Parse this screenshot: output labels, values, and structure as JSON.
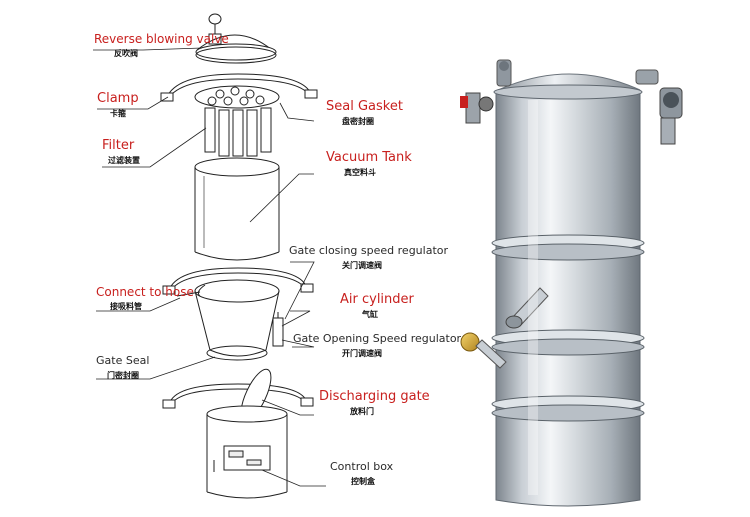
{
  "labels": {
    "reverse_blowing_valve": {
      "en": "Reverse blowing valve",
      "cn": "反吹阀"
    },
    "clamp": {
      "en": "Clamp",
      "cn": "卡箍"
    },
    "seal_gasket": {
      "en": "Seal Gasket",
      "cn": "盘密封圈"
    },
    "filter": {
      "en": "Filter",
      "cn": "过滤装置"
    },
    "vacuum_tank": {
      "en": "Vacuum Tank",
      "cn": "真空料斗"
    },
    "gate_closing": {
      "en": "Gate closing speed regulator",
      "cn": "关门调速阀"
    },
    "connect_to_hose": {
      "en": "Connect to hose",
      "cn": "接吸料管"
    },
    "air_cylinder": {
      "en": "Air cylinder",
      "cn": "气缸"
    },
    "gate_opening": {
      "en": "Gate Opening Speed regulator",
      "cn": "开门调速阀"
    },
    "gate_seal": {
      "en": "Gate Seal",
      "cn": "门密封圈"
    },
    "discharging_gate": {
      "en": "Discharging gate",
      "cn": "放料门"
    },
    "control_box": {
      "en": "Control box",
      "cn": "控制盒"
    }
  },
  "colors": {
    "accent_red": "#c8201e",
    "label_dark": "#2a2a2a",
    "line": "#222222",
    "steel_light": "#e4e8ec",
    "steel_dark": "#8c959e"
  }
}
